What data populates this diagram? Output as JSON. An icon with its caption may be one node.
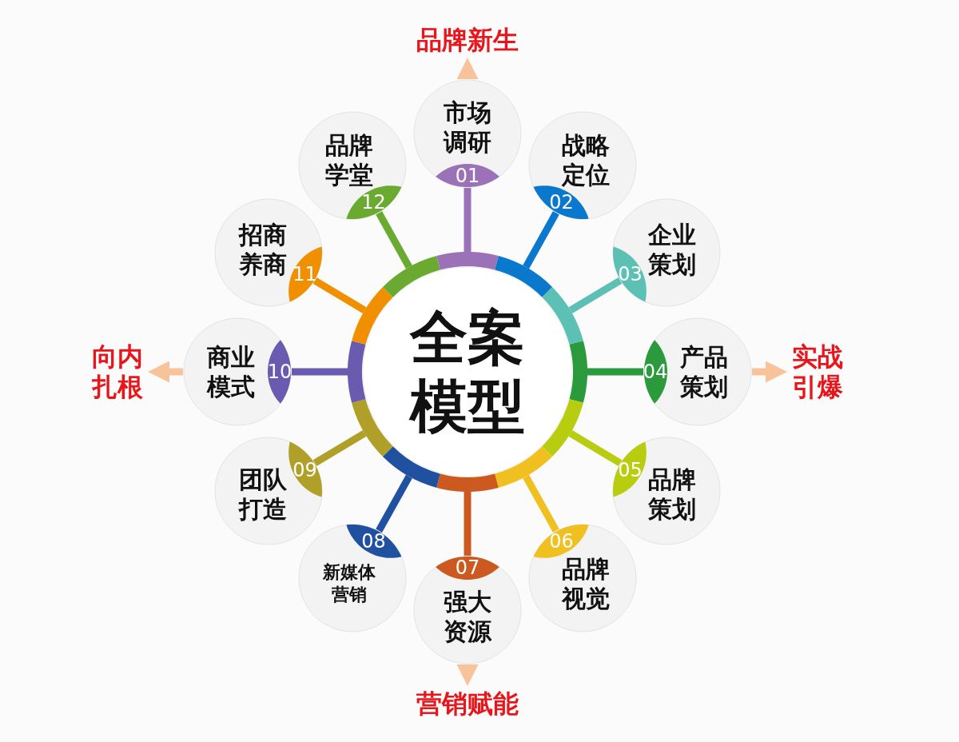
{
  "diagram": {
    "nodes": [
      {
        "text": [
          "全案模型"
        ]
      },
      {
        "text": [
          "市场调研",
          "01"
        ]
      },
      {
        "text": [
          "战略定位",
          "02"
        ]
      },
      {
        "text": [
          "03",
          "企业策划"
        ]
      },
      {
        "text": [
          "04",
          "产品策划"
        ]
      },
      {
        "text": [
          "05",
          "品牌策划"
        ]
      },
      {
        "text": [
          "06",
          "品牌视觉"
        ]
      },
      {
        "text": [
          "07",
          "强大资源"
        ]
      },
      {
        "text": [
          "08",
          "新媒体营销"
        ]
      },
      {
        "text": [
          "团队打造",
          "09"
        ]
      },
      {
        "text": [
          "商业模式",
          "10"
        ]
      },
      {
        "text": [
          "招商养商",
          "11"
        ]
      },
      {
        "text": [
          "品牌学堂",
          "12"
        ]
      },
      {
        "text": [
          "品牌新生"
        ]
      },
      {
        "text": [
          "实战引爆"
        ]
      },
      {
        "text": [
          "营销赋能"
        ]
      },
      {
        "text": [
          "向内扎根"
        ]
      }
    ],
    "edges": [
      {
        "from": 0,
        "to": 1,
        "arrow": "none",
        "color": "#9b72b8"
      },
      {
        "from": 0,
        "to": 2,
        "arrow": "none",
        "color": "#0a78cc"
      },
      {
        "from": 0,
        "to": 3,
        "arrow": "none",
        "color": "#5cc0b5"
      },
      {
        "from": 0,
        "to": 4,
        "arrow": "none",
        "color": "#2a9a3c"
      },
      {
        "from": 0,
        "to": 5,
        "arrow": "none",
        "color": "#b8cc10"
      },
      {
        "from": 0,
        "to": 6,
        "arrow": "none",
        "color": "#f0c020"
      },
      {
        "from": 0,
        "to": 7,
        "arrow": "none",
        "color": "#cc5a20"
      },
      {
        "from": 0,
        "to": 8,
        "arrow": "none",
        "color": "#2050a0"
      },
      {
        "from": 0,
        "to": 9,
        "arrow": "none",
        "color": "#b0a02a"
      },
      {
        "from": 0,
        "to": 10,
        "arrow": "none",
        "color": "#6a5ab0"
      },
      {
        "from": 0,
        "to": 11,
        "arrow": "none",
        "color": "#f09000"
      },
      {
        "from": 0,
        "to": 12,
        "arrow": "none",
        "color": "#6aaa30"
      },
      {
        "from": 1,
        "to": 13,
        "arrow": "to",
        "color": "#f8c39a"
      },
      {
        "from": 4,
        "to": 14,
        "arrow": "to",
        "color": "#f8c39a"
      },
      {
        "from": 7,
        "to": 15,
        "arrow": "to",
        "color": "#f8c39a"
      },
      {
        "from": 10,
        "to": 16,
        "arrow": "to",
        "color": "#f8c39a"
      }
    ]
  }
}
